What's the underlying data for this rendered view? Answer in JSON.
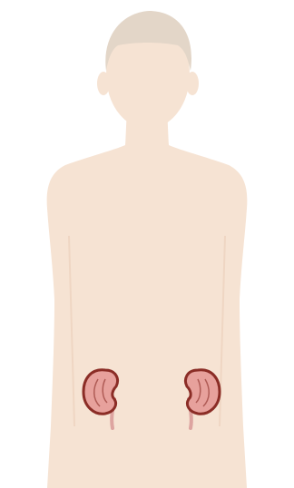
{
  "figure": {
    "subject": "human-torso-front",
    "organs": [
      "left-kidney",
      "right-kidney"
    ]
  },
  "colors": {
    "background": "#ffffff",
    "skin": "#f6e3d3",
    "skin_shadow": "#efd6c3",
    "hair": "#e3d6c8",
    "kidney_fill": "#e7a19c",
    "kidney_outline": "#8b2d26",
    "ureter": "#dda4a0"
  }
}
